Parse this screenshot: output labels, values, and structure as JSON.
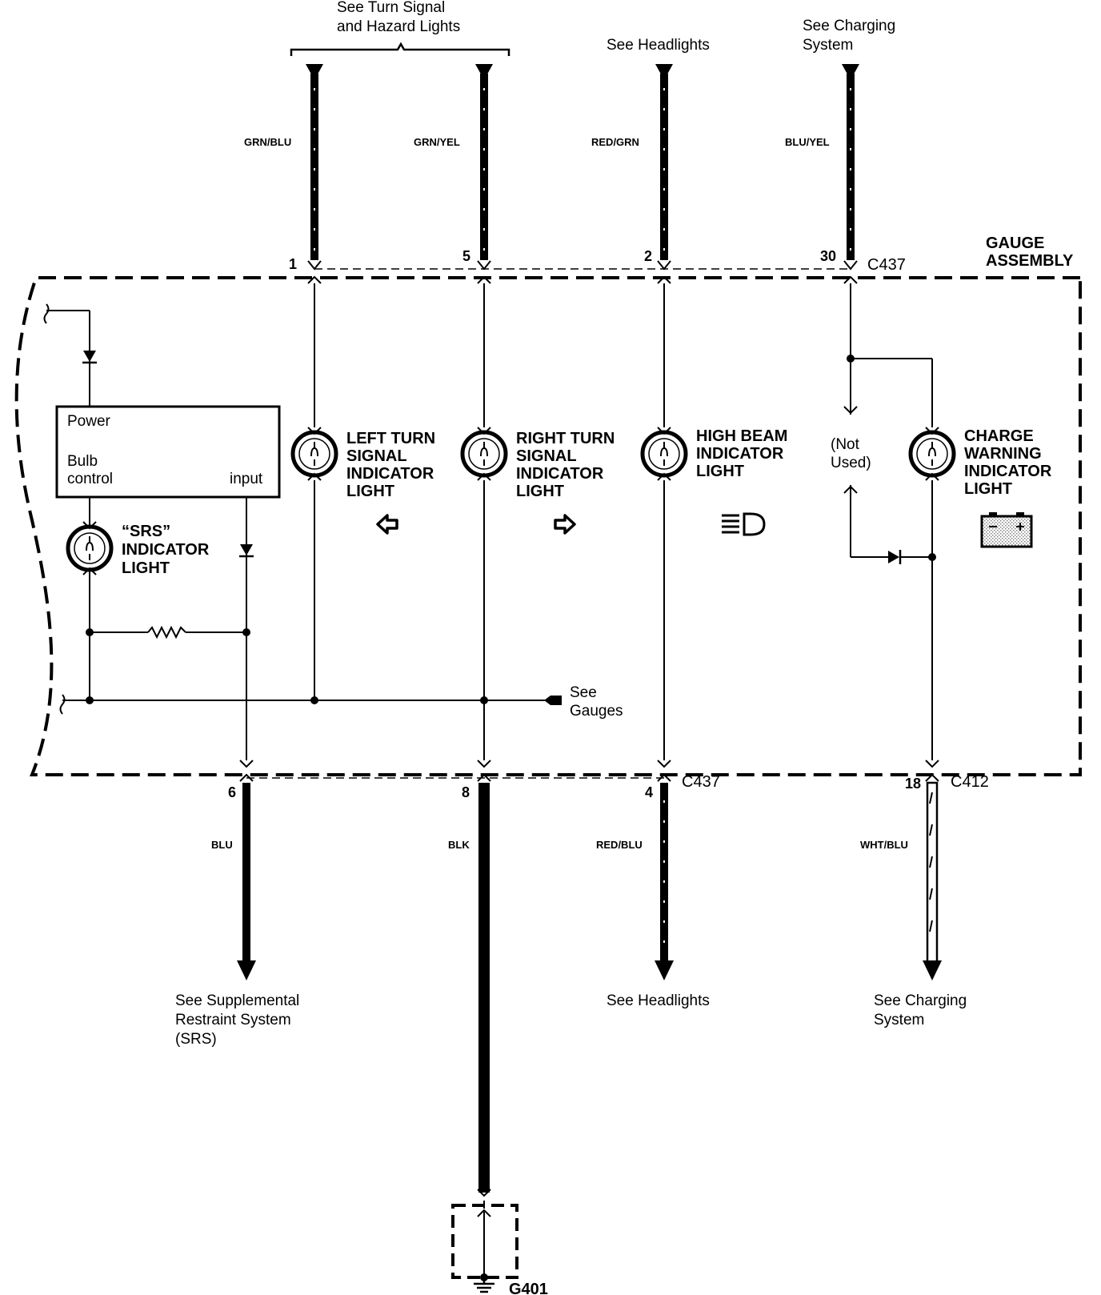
{
  "top_refs": {
    "turn_signal": [
      "See Turn Signal",
      "and Hazard Lights"
    ],
    "headlights": "See Headlights",
    "charging": [
      "See Charging",
      "System"
    ]
  },
  "top_wires": [
    {
      "color_label": "GRN/BLU",
      "pin": "1"
    },
    {
      "color_label": "GRN/YEL",
      "pin": "5"
    },
    {
      "color_label": "RED/GRN",
      "pin": "2"
    },
    {
      "color_label": "BLU/YEL",
      "pin": "30"
    }
  ],
  "connector_top": "C437",
  "assembly_label": [
    "GAUGE",
    "ASSEMBLY"
  ],
  "control_box": {
    "power": "Power",
    "bulb_control": [
      "Bulb",
      "control"
    ],
    "input": "input"
  },
  "srs_light": [
    "“SRS”",
    "INDICATOR",
    "LIGHT"
  ],
  "left_turn_light": [
    "LEFT TURN",
    "SIGNAL",
    "INDICATOR",
    "LIGHT"
  ],
  "right_turn_light": [
    "RIGHT TURN",
    "SIGNAL",
    "INDICATOR",
    "LIGHT"
  ],
  "high_beam_light": [
    "HIGH BEAM",
    "INDICATOR",
    "LIGHT"
  ],
  "not_used": [
    "(Not",
    "Used)"
  ],
  "charge_light": [
    "CHARGE",
    "WARNING",
    "INDICATOR",
    "LIGHT"
  ],
  "see_gauges": [
    "See",
    "Gauges"
  ],
  "bottom_wires": [
    {
      "pin": "6",
      "color_label": "BLU"
    },
    {
      "pin": "8",
      "color_label": "BLK"
    },
    {
      "pin": "4",
      "color_label": "RED/BLU",
      "connector": "C437"
    },
    {
      "pin": "18",
      "color_label": "WHT/BLU",
      "connector": "C412"
    }
  ],
  "bottom_refs": {
    "srs": [
      "See Supplemental",
      "Restraint System",
      "(SRS)"
    ],
    "headlights": "See Headlights",
    "charging": [
      "See Charging",
      "System"
    ]
  },
  "ground": "G401",
  "colors": {
    "line": "#000000",
    "background": "#ffffff",
    "shade": "#d8d8d8"
  }
}
